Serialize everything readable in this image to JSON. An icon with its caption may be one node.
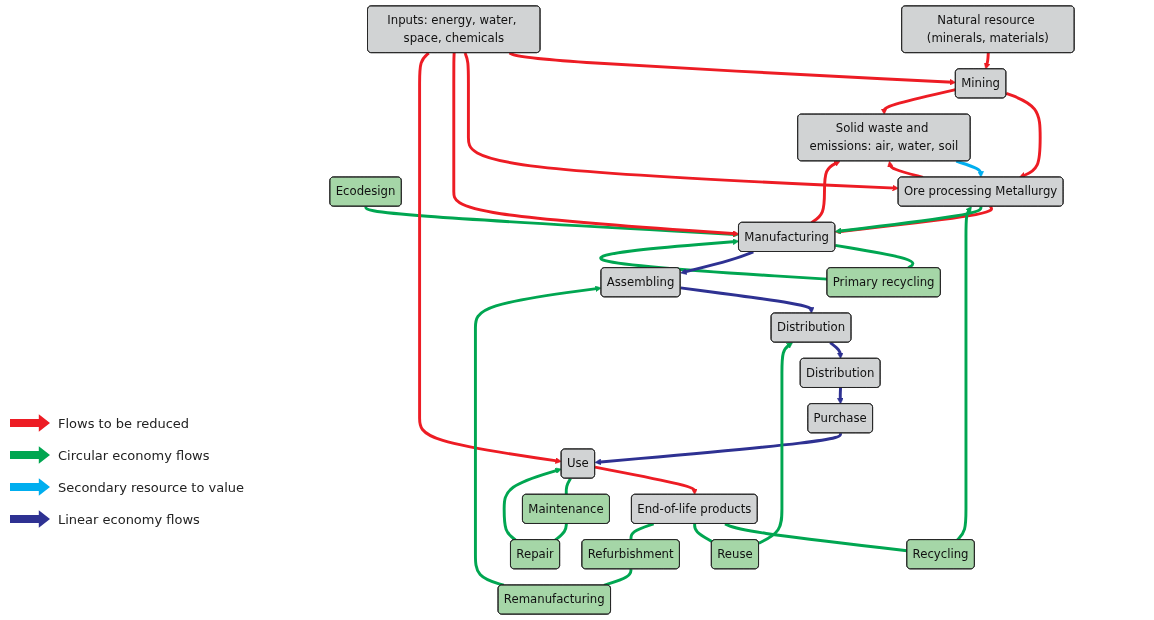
{
  "diagram": {
    "nodes": [
      {
        "text": [
          "Solid waste and emissions: air, water, soil"
        ]
      },
      {
        "text": [
          "Ecodesign"
        ]
      },
      {
        "text": [
          "Natural resource (minerals, materials)"
        ]
      },
      {
        "text": [
          "Mining"
        ]
      },
      {
        "text": [
          "Ore processing Metallurgy"
        ]
      },
      {
        "text": [
          "Manufacturing"
        ]
      },
      {
        "text": [
          "Primary recycling"
        ]
      },
      {
        "text": [
          "Assembling"
        ]
      },
      {
        "text": [
          "Remanufacturing"
        ]
      },
      {
        "text": [
          "Inputs: energy, water, space, chemicals"
        ]
      },
      {
        "text": [
          "Distribution"
        ]
      },
      {
        "text": [
          "Refurbishment"
        ]
      },
      {
        "text": [
          "Recycling"
        ]
      },
      {
        "text": [
          "Distribution"
        ]
      },
      {
        "text": [
          "Reuse"
        ]
      },
      {
        "text": [
          "Purchase"
        ]
      },
      {
        "text": [
          "Repair"
        ]
      },
      {
        "text": [
          "Use"
        ]
      },
      {
        "text": [
          "Maintenance"
        ]
      },
      {
        "text": [
          "End-of-life products"
        ]
      }
    ],
    "edges": [
      {
        "from": 2,
        "to": 3,
        "arrow": "to",
        "color": "#ed1c24"
      },
      {
        "from": 3,
        "to": 4,
        "arrow": "to",
        "color": "#ed1c24"
      },
      {
        "from": 3,
        "to": 0,
        "arrow": "to",
        "color": "#ed1c24"
      },
      {
        "from": 4,
        "to": 0,
        "arrow": "to",
        "color": "#ed1c24"
      },
      {
        "from": 0,
        "to": 4,
        "arrow": "to",
        "color": "#00aeef"
      },
      {
        "from": 4,
        "to": 5,
        "arrow": "to",
        "color": "#ed1c24"
      },
      {
        "from": 4,
        "to": 5,
        "arrow": "to"
      },
      {
        "from": 5,
        "to": 0,
        "arrow": "to",
        "color": "#ed1c24"
      },
      {
        "from": 1,
        "to": 5,
        "arrow": "to"
      },
      {
        "from": 5,
        "to": 6,
        "arrow": "none"
      },
      {
        "from": 6,
        "to": 5,
        "arrow": "to"
      },
      {
        "from": 9,
        "to": 3,
        "arrow": "to",
        "color": "#ed1c24"
      },
      {
        "from": 9,
        "to": 4,
        "arrow": "to",
        "color": "#ed1c24"
      },
      {
        "from": 9,
        "to": 5,
        "arrow": "to",
        "color": "#ed1c24"
      },
      {
        "from": 9,
        "to": 17,
        "arrow": "to",
        "color": "#ed1c24"
      },
      {
        "from": 5,
        "to": 7,
        "arrow": "to",
        "color": "#2e3192"
      },
      {
        "from": 7,
        "to": 10,
        "arrow": "to",
        "color": "#2e3192"
      },
      {
        "from": 10,
        "to": 13,
        "arrow": "to",
        "color": "#2e3192"
      },
      {
        "from": 13,
        "to": 15,
        "arrow": "to",
        "color": "#2e3192"
      },
      {
        "from": 15,
        "to": 17,
        "arrow": "to",
        "color": "#2e3192"
      },
      {
        "from": 17,
        "to": 19,
        "arrow": "to",
        "color": "#ed1c24"
      },
      {
        "from": 19,
        "to": 12,
        "arrow": "none"
      },
      {
        "from": 12,
        "to": 4,
        "arrow": "to"
      },
      {
        "from": 17,
        "to": 18,
        "arrow": "none"
      },
      {
        "from": 18,
        "to": 16,
        "arrow": "none"
      },
      {
        "from": 16,
        "to": 17,
        "arrow": "to"
      },
      {
        "from": 19,
        "to": 14,
        "arrow": "none"
      },
      {
        "from": 14,
        "to": 10,
        "arrow": "to"
      },
      {
        "from": 19,
        "to": 11,
        "arrow": "none"
      },
      {
        "from": 11,
        "to": 8,
        "arrow": "none"
      },
      {
        "from": 8,
        "to": 7,
        "arrow": "to"
      }
    ],
    "legend": [
      {
        "text": "Flows to be reduced",
        "color": "#ed1c24"
      },
      {
        "text": "Circular economy flows",
        "color": "#00a651"
      },
      {
        "text": "Secondary resource to value",
        "color": "#00aeef"
      },
      {
        "text": "Linear economy flows",
        "color": "#2e3192"
      }
    ]
  }
}
